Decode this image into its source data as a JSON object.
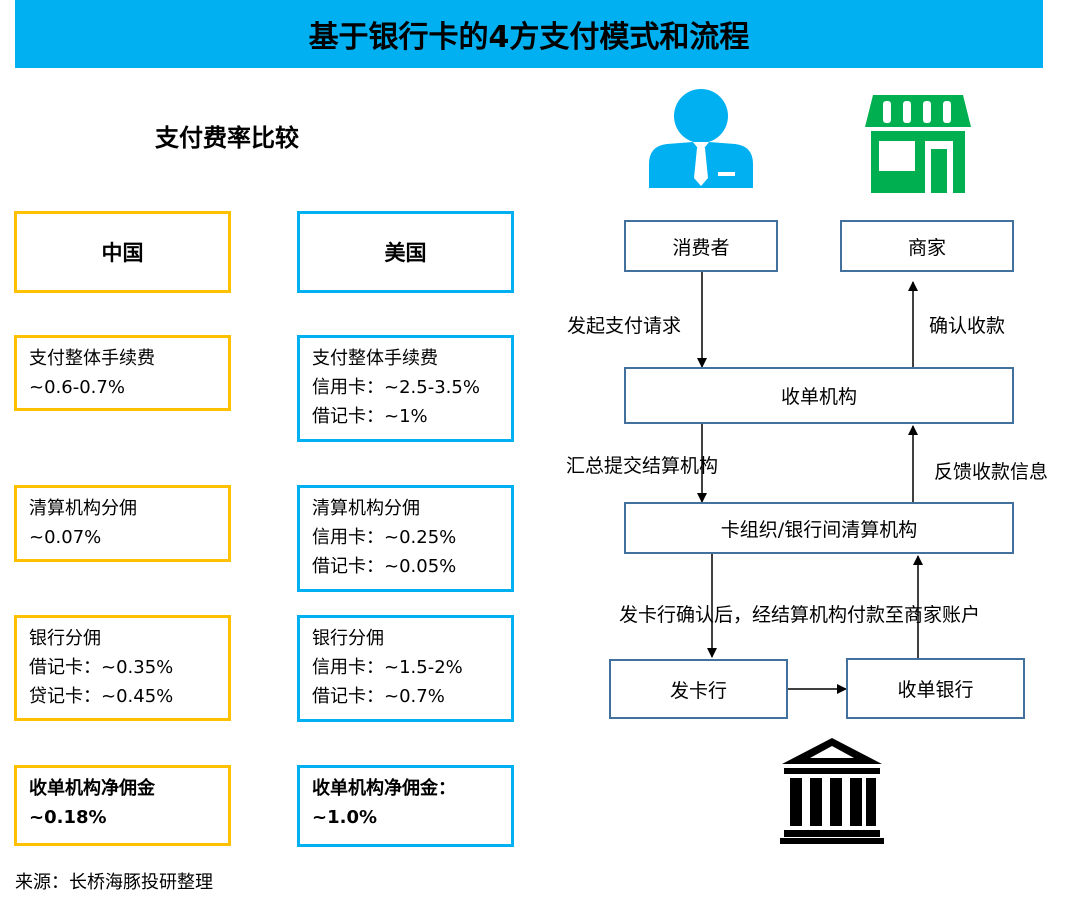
{
  "title": "基于银行卡的4方支付模式和流程",
  "subtitle": "支付费率比较",
  "colors": {
    "title_bg": "#00b0f0",
    "china_border": "#ffc000",
    "us_border": "#00b0f0",
    "flow_border": "#41719c",
    "person_icon": "#00b0f0",
    "shop_icon": "#00b050",
    "bank_icon": "#000000"
  },
  "comparison": {
    "china": {
      "header": "中国",
      "items": [
        {
          "lines": [
            "支付整体手续费",
            "~0.6-0.7%"
          ]
        },
        {
          "lines": [
            "清算机构分佣",
            "~0.07%"
          ]
        },
        {
          "lines": [
            "银行分佣",
            "借记卡：~0.35%",
            "贷记卡：~0.45%"
          ]
        },
        {
          "lines": [
            "收单机构净佣金",
            "~0.18%"
          ]
        }
      ]
    },
    "us": {
      "header": "美国",
      "items": [
        {
          "lines": [
            "支付整体手续费",
            "信用卡：~2.5-3.5%",
            "借记卡：~1%"
          ]
        },
        {
          "lines": [
            "清算机构分佣",
            "信用卡：~0.25%",
            "借记卡：~0.05%"
          ]
        },
        {
          "lines": [
            "银行分佣",
            "信用卡：~1.5-2%",
            "借记卡：~0.7%"
          ]
        },
        {
          "lines": [
            "收单机构净佣金：",
            "~1.0%"
          ]
        }
      ]
    }
  },
  "flow": {
    "nodes": {
      "consumer": "消费者",
      "merchant": "商家",
      "acquirer": "收单机构",
      "card_org": "卡组织/银行间清算机构",
      "issuer": "发卡行",
      "acquiring_bank": "收单银行"
    },
    "labels": {
      "initiate_payment": "发起支付请求",
      "confirm_receipt": "确认收款",
      "submit_settlement": "汇总提交结算机构",
      "feedback_info": "反馈收款信息",
      "issuer_confirm": "发卡行确认后，经结算机构付款至商家账户"
    },
    "icons": [
      "person-icon",
      "shop-icon",
      "bank-icon"
    ]
  },
  "source": "来源：长桥海豚投研整理"
}
